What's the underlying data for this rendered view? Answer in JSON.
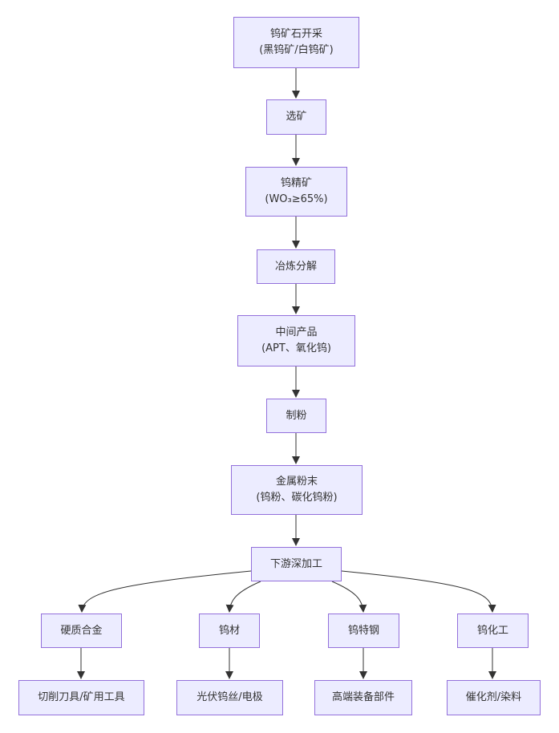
{
  "colors": {
    "node_fill": "#ececff",
    "node_border": "#9370db",
    "edge": "#333333",
    "text": "#333333"
  },
  "nodes": {
    "mining": {
      "line1": "钨矿石开采",
      "line2": "(黑钨矿/白钨矿)"
    },
    "beneficiation": {
      "line1": "选矿"
    },
    "concentrate": {
      "line1": "钨精矿",
      "line2": "(WO₃≥65%)"
    },
    "smelting": {
      "line1": "冶炼分解"
    },
    "intermediate": {
      "line1": "中间产品",
      "line2": "(APT、氧化钨)"
    },
    "powder_making": {
      "line1": "制粉"
    },
    "metal_powder": {
      "line1": "金属粉末",
      "line2": "(钨粉、碳化钨粉)"
    },
    "downstream": {
      "line1": "下游深加工"
    },
    "hard_alloy": {
      "line1": "硬质合金"
    },
    "tungsten_material": {
      "line1": "钨材"
    },
    "special_steel": {
      "line1": "钨特钢"
    },
    "tungsten_chemical": {
      "line1": "钨化工"
    },
    "cutting_tools": {
      "line1": "切削刀具/矿用工具"
    },
    "pv_wire": {
      "line1": "光伏钨丝/电极"
    },
    "equipment_parts": {
      "line1": "高端装备部件"
    },
    "catalyst_dye": {
      "line1": "催化剂/染料"
    }
  }
}
